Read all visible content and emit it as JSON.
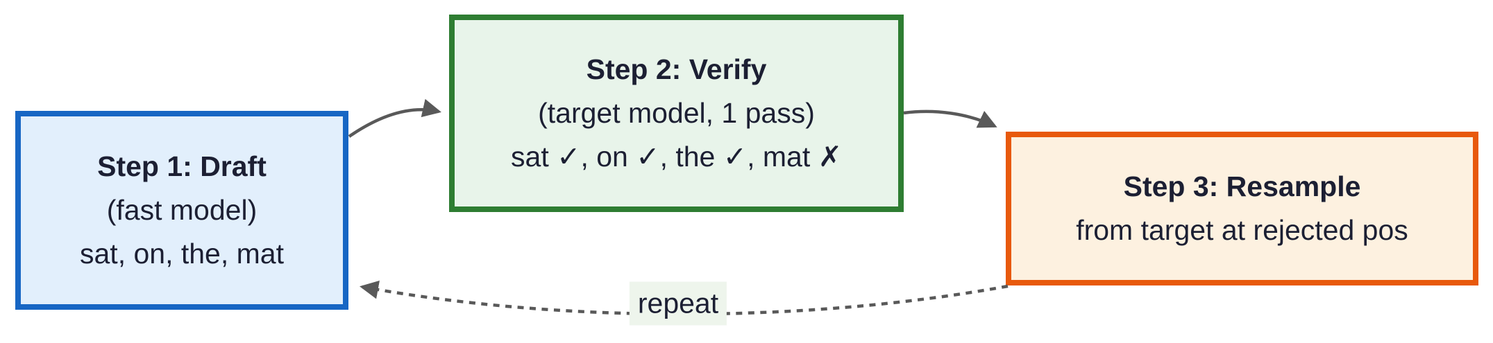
{
  "diagram": {
    "kind": "speculative-decoding-flow",
    "text_color": "#1c1f33",
    "arrow_color": "#595959",
    "boxes": [
      {
        "id": "draft",
        "title": "Step 1: Draft",
        "lines": [
          "(fast model)",
          "sat, on, the, mat"
        ],
        "border_color": "#1766c4",
        "fill_color": "#e2effc"
      },
      {
        "id": "verify",
        "title": "Step 2: Verify",
        "lines": [
          "(target model, 1 pass)",
          "sat ✓, on ✓, the ✓, mat ✗"
        ],
        "border_color": "#2e7d32",
        "fill_color": "#e8f4ea"
      },
      {
        "id": "resample",
        "title": "Step 3: Resample",
        "lines": [
          "from target at rejected pos"
        ],
        "border_color": "#e8590c",
        "fill_color": "#fdf1e0"
      }
    ],
    "edges": [
      {
        "from": "draft",
        "to": "verify",
        "style": "solid"
      },
      {
        "from": "verify",
        "to": "resample",
        "style": "solid"
      },
      {
        "from": "resample",
        "to": "draft",
        "style": "dashed",
        "label": "repeat"
      }
    ],
    "repeat_label": {
      "text": "repeat",
      "bg_color": "#eef5ec"
    }
  }
}
